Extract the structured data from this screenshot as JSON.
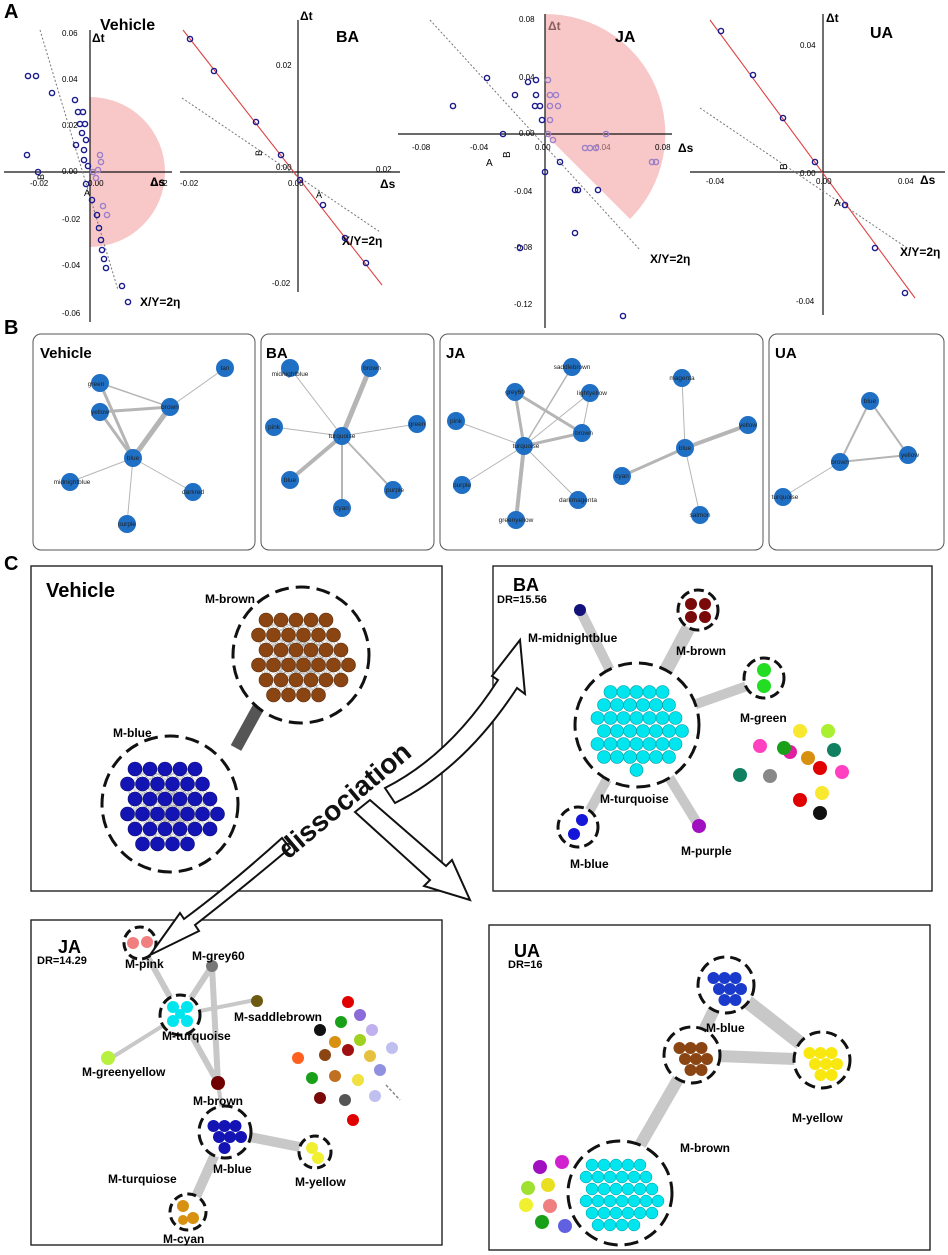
{
  "panel_letters": {
    "a": "A",
    "b": "B",
    "c": "C"
  },
  "groups": {
    "vehicle": "Vehicle",
    "ba": "BA",
    "ja": "JA",
    "ua": "UA"
  },
  "axes": {
    "dt": "Δt",
    "ds": "Δs",
    "ratio": "X/Y=2η",
    "a": "A",
    "b": "B"
  },
  "panelA": {
    "vehicle": {
      "xticks": [
        "-0.02",
        "0.00",
        "0.02"
      ],
      "yticks": [
        "0.06",
        "0.04",
        "0.02",
        "0.00",
        "-0.02",
        "-0.04",
        "-0.06"
      ]
    },
    "ba": {
      "xticks": [
        "-0.02",
        "0.00",
        "0.02"
      ],
      "yticks": [
        "0.02",
        "0.00",
        "-0.02"
      ]
    },
    "ja": {
      "xticks": [
        "-0.08",
        "-0.04",
        "0.00",
        "0.04",
        "0.08"
      ],
      "yticks": [
        "0.08",
        "0.04",
        "0.00",
        "-0.04",
        "-0.08",
        "-0.12"
      ]
    },
    "ua": {
      "xticks": [
        "-0.04",
        "0.00",
        "0.04"
      ],
      "yticks": [
        "0.04",
        "0.00",
        "-0.04"
      ]
    }
  },
  "panelB": {
    "vehicle": [
      "tan",
      "green",
      "brown",
      "yellow",
      "blue",
      "midnightblue",
      "darkred",
      "purple"
    ],
    "ba": [
      "midnightblue",
      "brown",
      "pink",
      "turquoise",
      "green",
      "blue",
      "purple",
      "cyan"
    ],
    "ja1": [
      "saddlebrown",
      "grey60",
      "lightyellow",
      "pink",
      "turquoise",
      "brown",
      "purple",
      "darkmagenta",
      "greenyellow"
    ],
    "ja2": [
      "magenta",
      "yellow",
      "blue",
      "cyan",
      "salmon"
    ],
    "ua": [
      "blue",
      "brown",
      "yellow",
      "turquoise"
    ]
  },
  "panelC": {
    "dissociation": "dissociation",
    "vehicle": {
      "brown": "M-brown",
      "blue": "M-blue"
    },
    "ba": {
      "dr": "DR=15.56",
      "midnightblue": "M-midnightblue",
      "brown": "M-brown",
      "green": "M-green",
      "turquoise": "M-turquoise",
      "blue": "M-blue",
      "purple": "M-purple"
    },
    "ja": {
      "dr": "DR=14.29",
      "pink": "M-pink",
      "grey60": "M-grey60",
      "saddlebrown": "M-saddlebrown",
      "turquoise": "M-turquoise",
      "greenyellow": "M-greenyellow",
      "brown": "M-brown",
      "blue": "M-blue",
      "turquoise2": "M-turquiose",
      "yellow": "M-yellow",
      "cyan": "M-cyan"
    },
    "ua": {
      "dr": "DR=16",
      "blue": "M-blue",
      "yellow": "M-yellow",
      "brown": "M-brown"
    }
  },
  "colors": {
    "circle": "#1a1a8c",
    "light_circle": "#9b7fc9",
    "sector": "#f8c8c8",
    "redline": "#e04040",
    "node": "#1f6fc4",
    "edge": "#b5b5b5"
  }
}
